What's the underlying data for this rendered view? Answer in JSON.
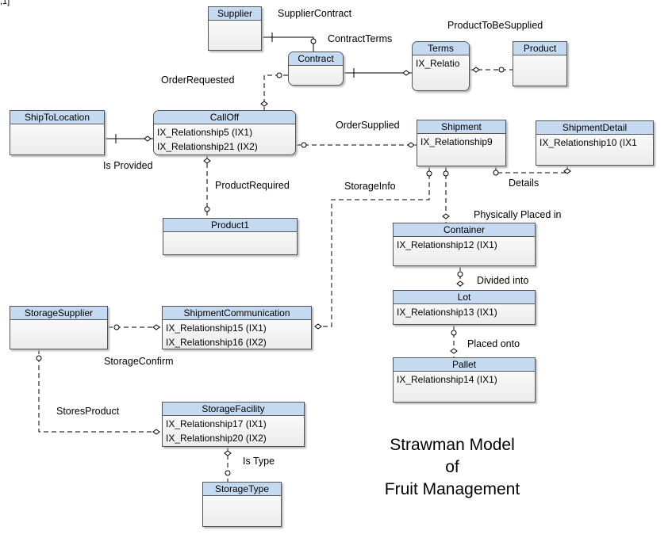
{
  "corner_text": ",1]",
  "title": {
    "line1": "Strawman Model",
    "line2": "of",
    "line3": "Fruit Management"
  },
  "entities": {
    "supplier": {
      "name": "Supplier",
      "indexes": []
    },
    "contract": {
      "name": "Contract",
      "indexes": []
    },
    "terms": {
      "name": "Terms",
      "indexes": [
        "IX_Relatio"
      ]
    },
    "product": {
      "name": "Product",
      "indexes": []
    },
    "shiptolocation": {
      "name": "ShipToLocation",
      "indexes": []
    },
    "calloff": {
      "name": "CallOff",
      "indexes": [
        "IX_Relationship5 (IX1)",
        "IX_Relationship21 (IX2)"
      ]
    },
    "shipment": {
      "name": "Shipment",
      "indexes": [
        "IX_Relationship9"
      ]
    },
    "shipmentdetail": {
      "name": "ShipmentDetail",
      "indexes": [
        "IX_Relationship10 (IX1"
      ]
    },
    "product1": {
      "name": "Product1",
      "indexes": []
    },
    "container": {
      "name": "Container",
      "indexes": [
        "IX_Relationship12 (IX1)"
      ]
    },
    "lot": {
      "name": "Lot",
      "indexes": [
        "IX_Relationship13 (IX1)"
      ]
    },
    "pallet": {
      "name": "Pallet",
      "indexes": [
        "IX_Relationship14 (IX1)"
      ]
    },
    "storagesupplier": {
      "name": "StorageSupplier",
      "indexes": []
    },
    "shipmentcommunication": {
      "name": "ShipmentCommunication",
      "indexes": [
        "IX_Relationship15 (IX1)",
        "IX_Relationship16 (IX2)"
      ]
    },
    "storagefacility": {
      "name": "StorageFacility",
      "indexes": [
        "IX_Relationship17 (IX1)",
        "IX_Relationship20 (IX2)"
      ]
    },
    "storagetype": {
      "name": "StorageType",
      "indexes": []
    }
  },
  "relationships": {
    "supplier_contract": "SupplierContract",
    "contract_terms": "ContractTerms",
    "product_to_be_supplied": "ProductToBeSupplied",
    "order_requested": "OrderRequested",
    "is_provided": "Is Provided",
    "order_supplied": "OrderSupplied",
    "product_required": "ProductRequired",
    "storage_info": "StorageInfo",
    "details": "Details",
    "physically_placed_in": "Physically Placed in",
    "divided_into": "Divided into",
    "placed_onto": "Placed onto",
    "storage_confirm": "StorageConfirm",
    "stores_product": "StoresProduct",
    "is_type": "Is Type"
  }
}
